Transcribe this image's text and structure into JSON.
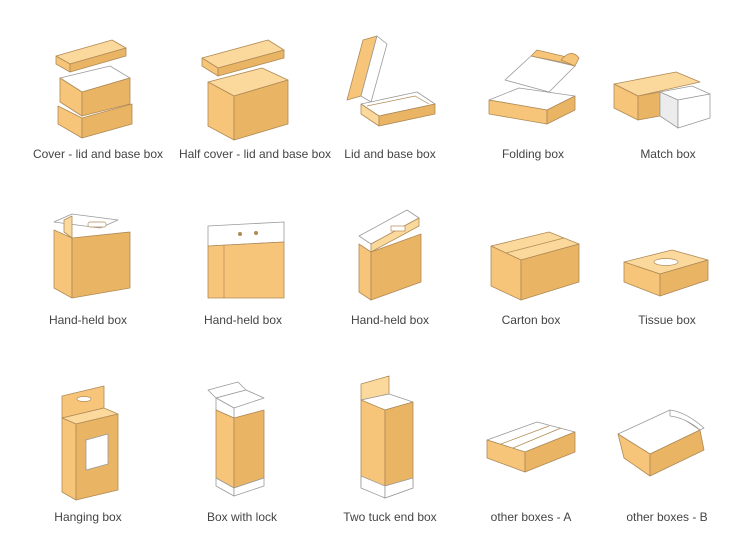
{
  "boxes": [
    {
      "label": "Cover - lid and base box",
      "icon": "cover-lid-base-box-icon"
    },
    {
      "label": "Half cover - lid and base box",
      "icon": "half-cover-lid-base-box-icon"
    },
    {
      "label": "Lid and base box",
      "icon": "lid-base-box-icon"
    },
    {
      "label": "Folding box",
      "icon": "folding-box-icon"
    },
    {
      "label": "Match box",
      "icon": "match-box-icon"
    },
    {
      "label": "Hand-held box",
      "icon": "hand-held-box-icon"
    },
    {
      "label": "Hand-held box",
      "icon": "hand-held-box-icon"
    },
    {
      "label": "Hand-held box",
      "icon": "hand-held-box-icon"
    },
    {
      "label": "Carton box",
      "icon": "carton-box-icon"
    },
    {
      "label": "Tissue box",
      "icon": "tissue-box-icon"
    },
    {
      "label": "Hanging box",
      "icon": "hanging-box-icon"
    },
    {
      "label": "Box with lock",
      "icon": "box-with-lock-icon"
    },
    {
      "label": "Two tuck end box",
      "icon": "two-tuck-end-box-icon"
    },
    {
      "label": "other boxes - A",
      "icon": "other-box-a-icon"
    },
    {
      "label": "other boxes - B",
      "icon": "other-box-b-icon"
    }
  ],
  "colors": {
    "kraft": "#f6c579",
    "kraft_dark": "#e9b464",
    "kraft_light": "#fbd99d",
    "outline": "#b08a55",
    "inner": "#ffffff",
    "caption": "#444444"
  }
}
